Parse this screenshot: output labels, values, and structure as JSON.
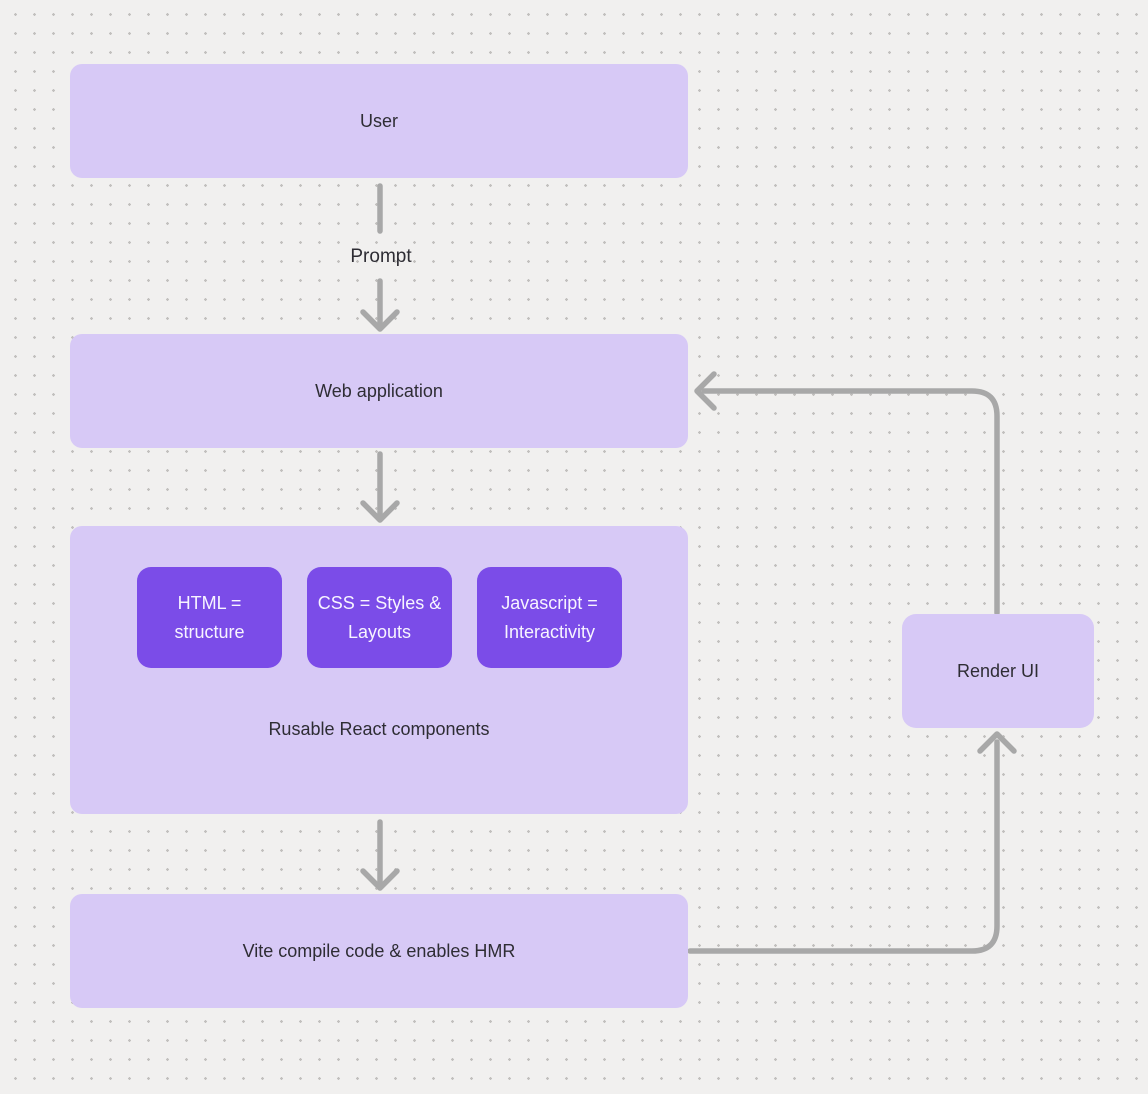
{
  "diagram": {
    "nodes": {
      "user": {
        "label": "User"
      },
      "web_app": {
        "label": "Web application"
      },
      "vite": {
        "label": "Vite compile code & enables HMR"
      },
      "render_ui": {
        "label": "Render UI"
      },
      "components_group": {
        "caption": "Rusable React components",
        "items": [
          {
            "label": "HTML = structure"
          },
          {
            "label": "CSS = Styles & Layouts"
          },
          {
            "label": "Javascript = Interactivity"
          }
        ]
      }
    },
    "edges": {
      "user_to_webapp": {
        "label": "Prompt"
      }
    },
    "colors": {
      "bg": "#f1f0ef",
      "dot": "#c2c0be",
      "lavender": "#d7c9f6",
      "violet": "#7b4ce8",
      "ink": "#2e2d34",
      "ink-light": "#f7f4ff",
      "arrow": "#a8a8a8"
    }
  }
}
